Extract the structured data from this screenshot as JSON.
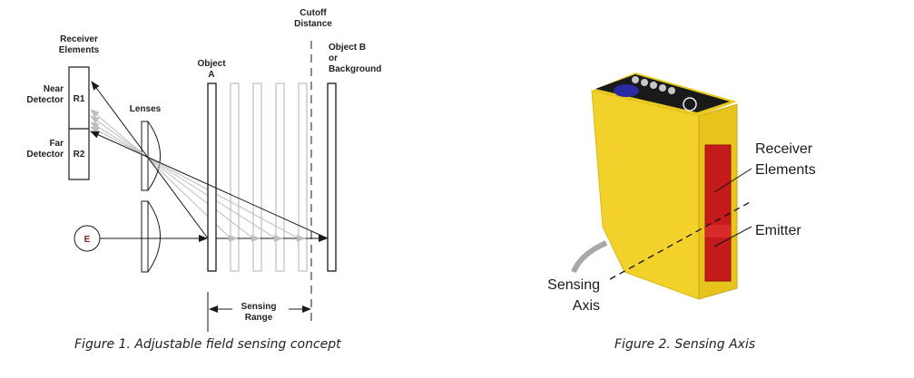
{
  "figure1": {
    "caption": "Figure 1. Adjustable field sensing concept",
    "labels": {
      "receiver_elements_1": "Receiver",
      "receiver_elements_2": "Elements",
      "near_detector_1": "Near",
      "near_detector_2": "Detector",
      "far_detector_1": "Far",
      "far_detector_2": "Detector",
      "r1": "R1",
      "r2": "R2",
      "lenses": "Lenses",
      "emitter": "E",
      "object_a_1": "Object",
      "object_a_2": "A",
      "cutoff_1": "Cutoff",
      "cutoff_2": "Distance",
      "object_b_1": "Object B",
      "object_b_2": "or",
      "object_b_3": "Background",
      "sensing_range_1": "Sensing",
      "sensing_range_2": "Range"
    },
    "colors": {
      "line": "#1a1a1a",
      "ghost": "#bdbdbd",
      "emitter_text": "#8b1a1a"
    }
  },
  "figure2": {
    "caption": "Figure 2. Sensing Axis",
    "labels": {
      "receiver_1": "Receiver",
      "receiver_2": "Elements",
      "emitter": "Emitter",
      "axis_1": "Sensing",
      "axis_2": "Axis"
    },
    "colors": {
      "housing": "#f2d22a",
      "housing_shade": "#d9b915",
      "lens_window": "#c41a1a",
      "top_panel": "#1a1a1a"
    }
  }
}
